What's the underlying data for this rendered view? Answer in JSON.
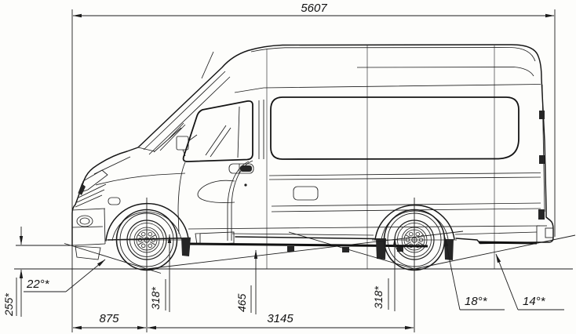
{
  "drawing": {
    "subject": "panel-van-side-view-dimensional-drawing",
    "colors": {
      "ink": "#1c1c1c",
      "paper": "#fdfdfb"
    },
    "dimensions": {
      "overall_length": "5607",
      "front_overhang": "875",
      "wheelbase": "3145",
      "front_lower_clearance": "255*",
      "front_axle_clearance": "318*",
      "mid_body_clearance": "465",
      "rear_axle_clearance": "318*",
      "approach_angle": "22°*",
      "ramp_angle": "18°*",
      "departure_angle": "14°*"
    }
  }
}
